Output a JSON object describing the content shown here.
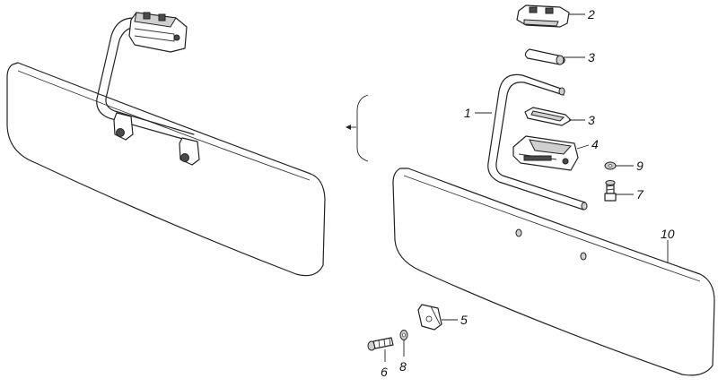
{
  "callouts": [
    {
      "id": "label-1",
      "text": "1"
    },
    {
      "id": "label-2",
      "text": "2"
    },
    {
      "id": "label-3a",
      "text": "3"
    },
    {
      "id": "label-3b",
      "text": "3"
    },
    {
      "id": "label-4",
      "text": "4"
    },
    {
      "id": "label-5",
      "text": "5"
    },
    {
      "id": "label-6",
      "text": "6"
    },
    {
      "id": "label-7",
      "text": "7"
    },
    {
      "id": "label-8",
      "text": "8"
    },
    {
      "id": "label-9",
      "text": "9"
    },
    {
      "id": "label-10",
      "text": "10"
    }
  ]
}
